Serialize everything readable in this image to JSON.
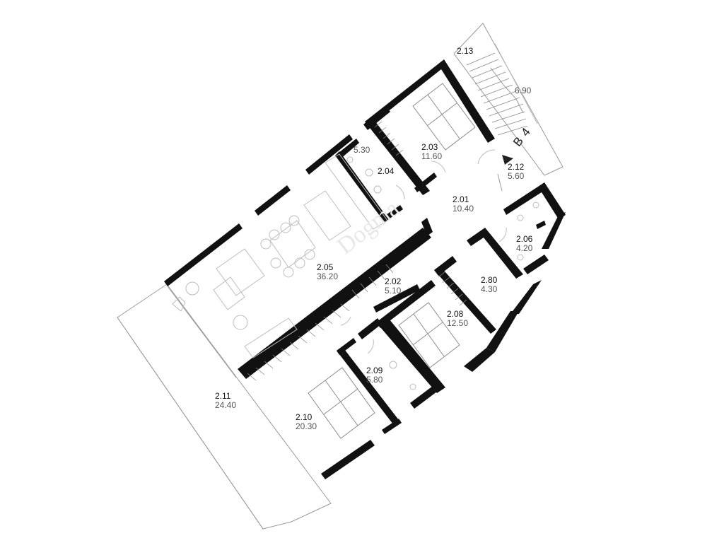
{
  "watermark": "Dogma",
  "entrance_marker": "B 4",
  "rooms": [
    {
      "id": "2.13",
      "area": ""
    },
    {
      "id": "",
      "area": "6.90"
    },
    {
      "id": "2.03",
      "area": "11.60"
    },
    {
      "id": "",
      "area": "5.30"
    },
    {
      "id": "2.04",
      "area": ""
    },
    {
      "id": "2.12",
      "area": "5.60"
    },
    {
      "id": "2.01",
      "area": "10.40"
    },
    {
      "id": "2.06",
      "area": "4.20"
    },
    {
      "id": "2.05",
      "area": "36.20"
    },
    {
      "id": "2.80",
      "area": "4.30"
    },
    {
      "id": "2.02",
      "area": "5.10"
    },
    {
      "id": "2.08",
      "area": "12.50"
    },
    {
      "id": "2.09",
      "area": "5.80"
    },
    {
      "id": "2.11",
      "area": "24.40"
    },
    {
      "id": "2.10",
      "area": "20.30"
    }
  ]
}
